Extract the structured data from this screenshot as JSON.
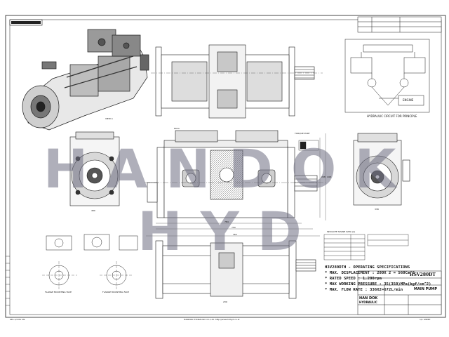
{
  "drawing": {
    "watermark": "HANDOK HYD",
    "pump_model": "HSV280DT",
    "title": "MAIN PUMP",
    "company": {
      "name": "HAN DOK",
      "sub": "HYDRAULIC"
    },
    "spec_heading": "H3V280DTH - OPERATING SPECIFICATIONS",
    "specs": [
      "* MAX. DISPLACEMENT : 280X 2 = 560Cm^3",
      "* RATED SPEED : 1,200rpm",
      "* MAX WORKING PRESSURE : 35(350)MPa(kgf/cm^2)",
      "* MAX. FLOW RATE : 336X2=672L/min"
    ],
    "labels": {
      "hydraulic_circuit": "HYDRAULIC CIRCUIT FOR PRINCIPLE",
      "engine": "ENGINE",
      "view_a": "VIEW A",
      "involute_spline": "INVOLUTE SPLINE DATA (A)",
      "flange_a": "FLANGE MOUNTING FACE",
      "flange_b": "FLANGE MOUNTING FACE",
      "plug": "PLUG",
      "tag": "TORQUE PORT"
    },
    "dims": [
      "784",
      "750",
      "362",
      "298",
      "448",
      "480",
      "338",
      "230"
    ],
    "footer": {
      "left": "KEL-1/2 PA  CN",
      "center": "HANDOK HYDRAULIC Co.,Ltd.  http://www.hdhyd.co.kr",
      "right": "1/1 SHEET"
    },
    "colors": {
      "line": "#1a1a1a",
      "watermark": "#6e6e82",
      "paper": "#ffffff"
    }
  }
}
